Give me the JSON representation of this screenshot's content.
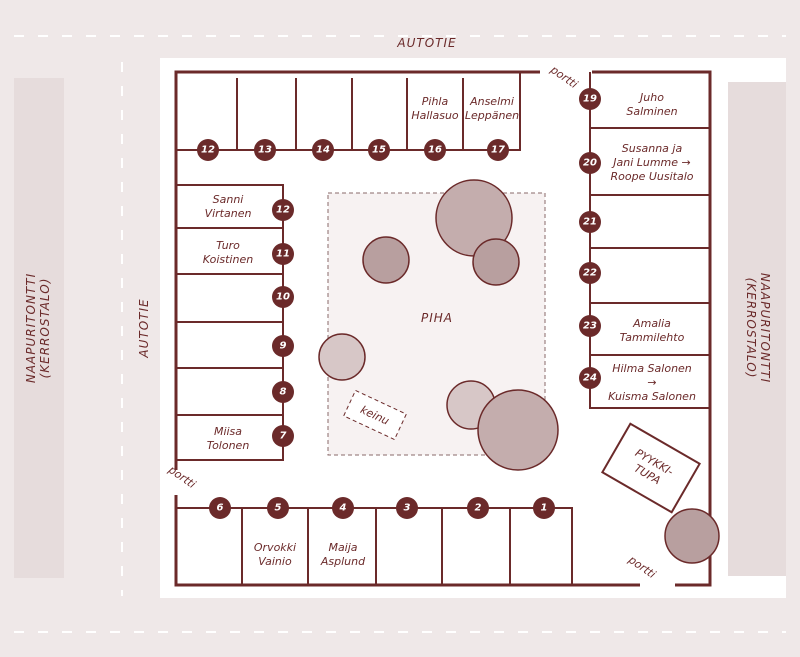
{
  "roads": {
    "top": "AUTOTIE",
    "left": "AUTOTIE"
  },
  "neighbors": {
    "left": [
      "NAAPURITONTTI",
      "(KERROSTALO)"
    ],
    "right": [
      "NAAPURITONTTI",
      "(KERROSTALO)"
    ]
  },
  "yard": {
    "label": "PIHA",
    "swing": "keinu",
    "laundry": [
      "PYYKKI-",
      "TUPA"
    ]
  },
  "gates": [
    "portti",
    "portti",
    "portti"
  ],
  "top_row": [
    {
      "num": "12",
      "name": []
    },
    {
      "num": "13",
      "name": []
    },
    {
      "num": "14",
      "name": []
    },
    {
      "num": "15",
      "name": []
    },
    {
      "num": "16",
      "name": [
        "Pihla",
        "Hallasuo"
      ]
    },
    {
      "num": "17",
      "name": [
        "Anselmi",
        "Leppänen"
      ]
    }
  ],
  "right_col": [
    {
      "num": "19",
      "name": [
        "Juho",
        "Salminen"
      ]
    },
    {
      "num": "20",
      "name": [
        "Susanna ja",
        "Jani Lumme →",
        "Roope Uusitalo"
      ]
    },
    {
      "num": "21",
      "name": []
    },
    {
      "num": "22",
      "name": []
    },
    {
      "num": "23",
      "name": [
        "Amalia",
        "Tammilehto"
      ]
    },
    {
      "num": "24",
      "name": [
        "Hilma Salonen",
        "→",
        "Kuisma Salonen"
      ]
    }
  ],
  "left_col": [
    {
      "num": "12",
      "name": [
        "Sanni",
        "Virtanen"
      ]
    },
    {
      "num": "11",
      "name": [
        "Turo",
        "Koistinen"
      ]
    },
    {
      "num": "10",
      "name": []
    },
    {
      "num": "9",
      "name": []
    },
    {
      "num": "8",
      "name": []
    },
    {
      "num": "7",
      "name": [
        "Miisa",
        "Tolonen"
      ]
    }
  ],
  "bottom_row": [
    {
      "num": "6",
      "name": []
    },
    {
      "num": "5",
      "name": [
        "Orvokki",
        "Vainio"
      ]
    },
    {
      "num": "4",
      "name": [
        "Maija",
        "Asplund"
      ]
    },
    {
      "num": "3",
      "name": []
    },
    {
      "num": "2",
      "name": []
    },
    {
      "num": "1",
      "name": []
    }
  ],
  "colors": {
    "ink": "#6b2a2a",
    "tree": "#c4adad",
    "road": "#efe8e8",
    "neighbor": "#e6dcdc"
  }
}
